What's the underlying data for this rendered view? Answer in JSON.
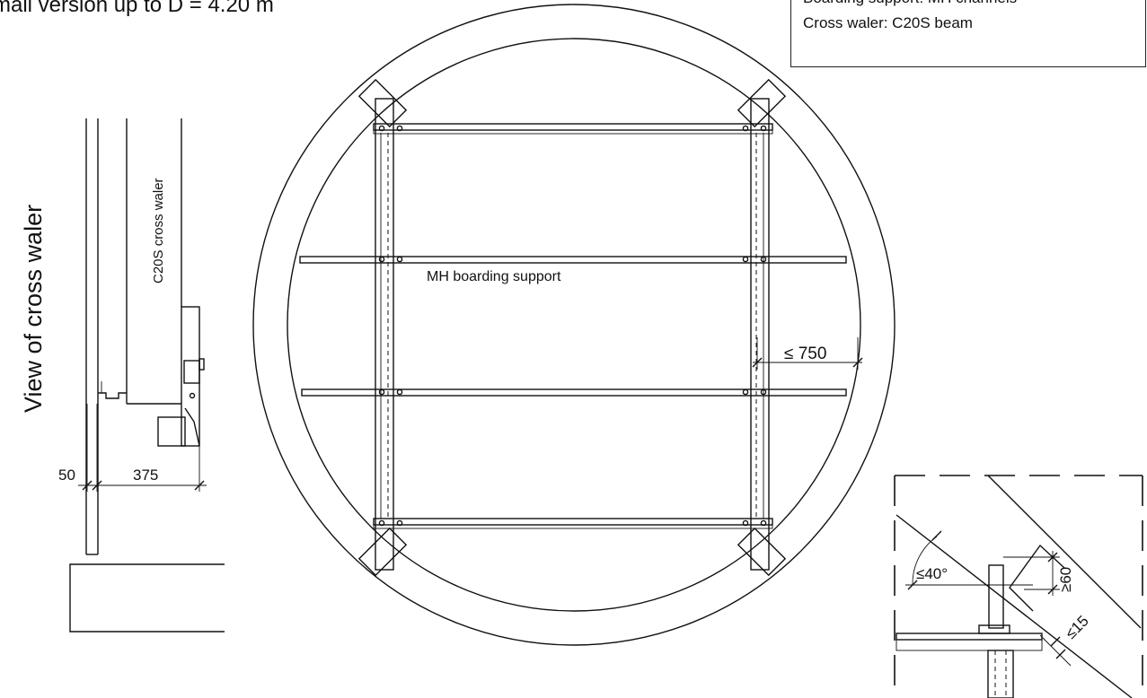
{
  "heading": "mall version up to D = 4.20 m",
  "legend": {
    "line1": "Boarding support: MH channels",
    "line2": "Cross waler: C20S beam"
  },
  "side_view": {
    "caption": "View of cross waler",
    "beam_label": "C20S cross waler",
    "dim_left": "50",
    "dim_right": "375"
  },
  "plan_view": {
    "support_label": "MH boarding support",
    "spacing_dim": "≤ 750"
  },
  "detail_view": {
    "angle_dim": "≤40°",
    "overlap_dim": "≥60",
    "gap_dim": "≤15"
  }
}
